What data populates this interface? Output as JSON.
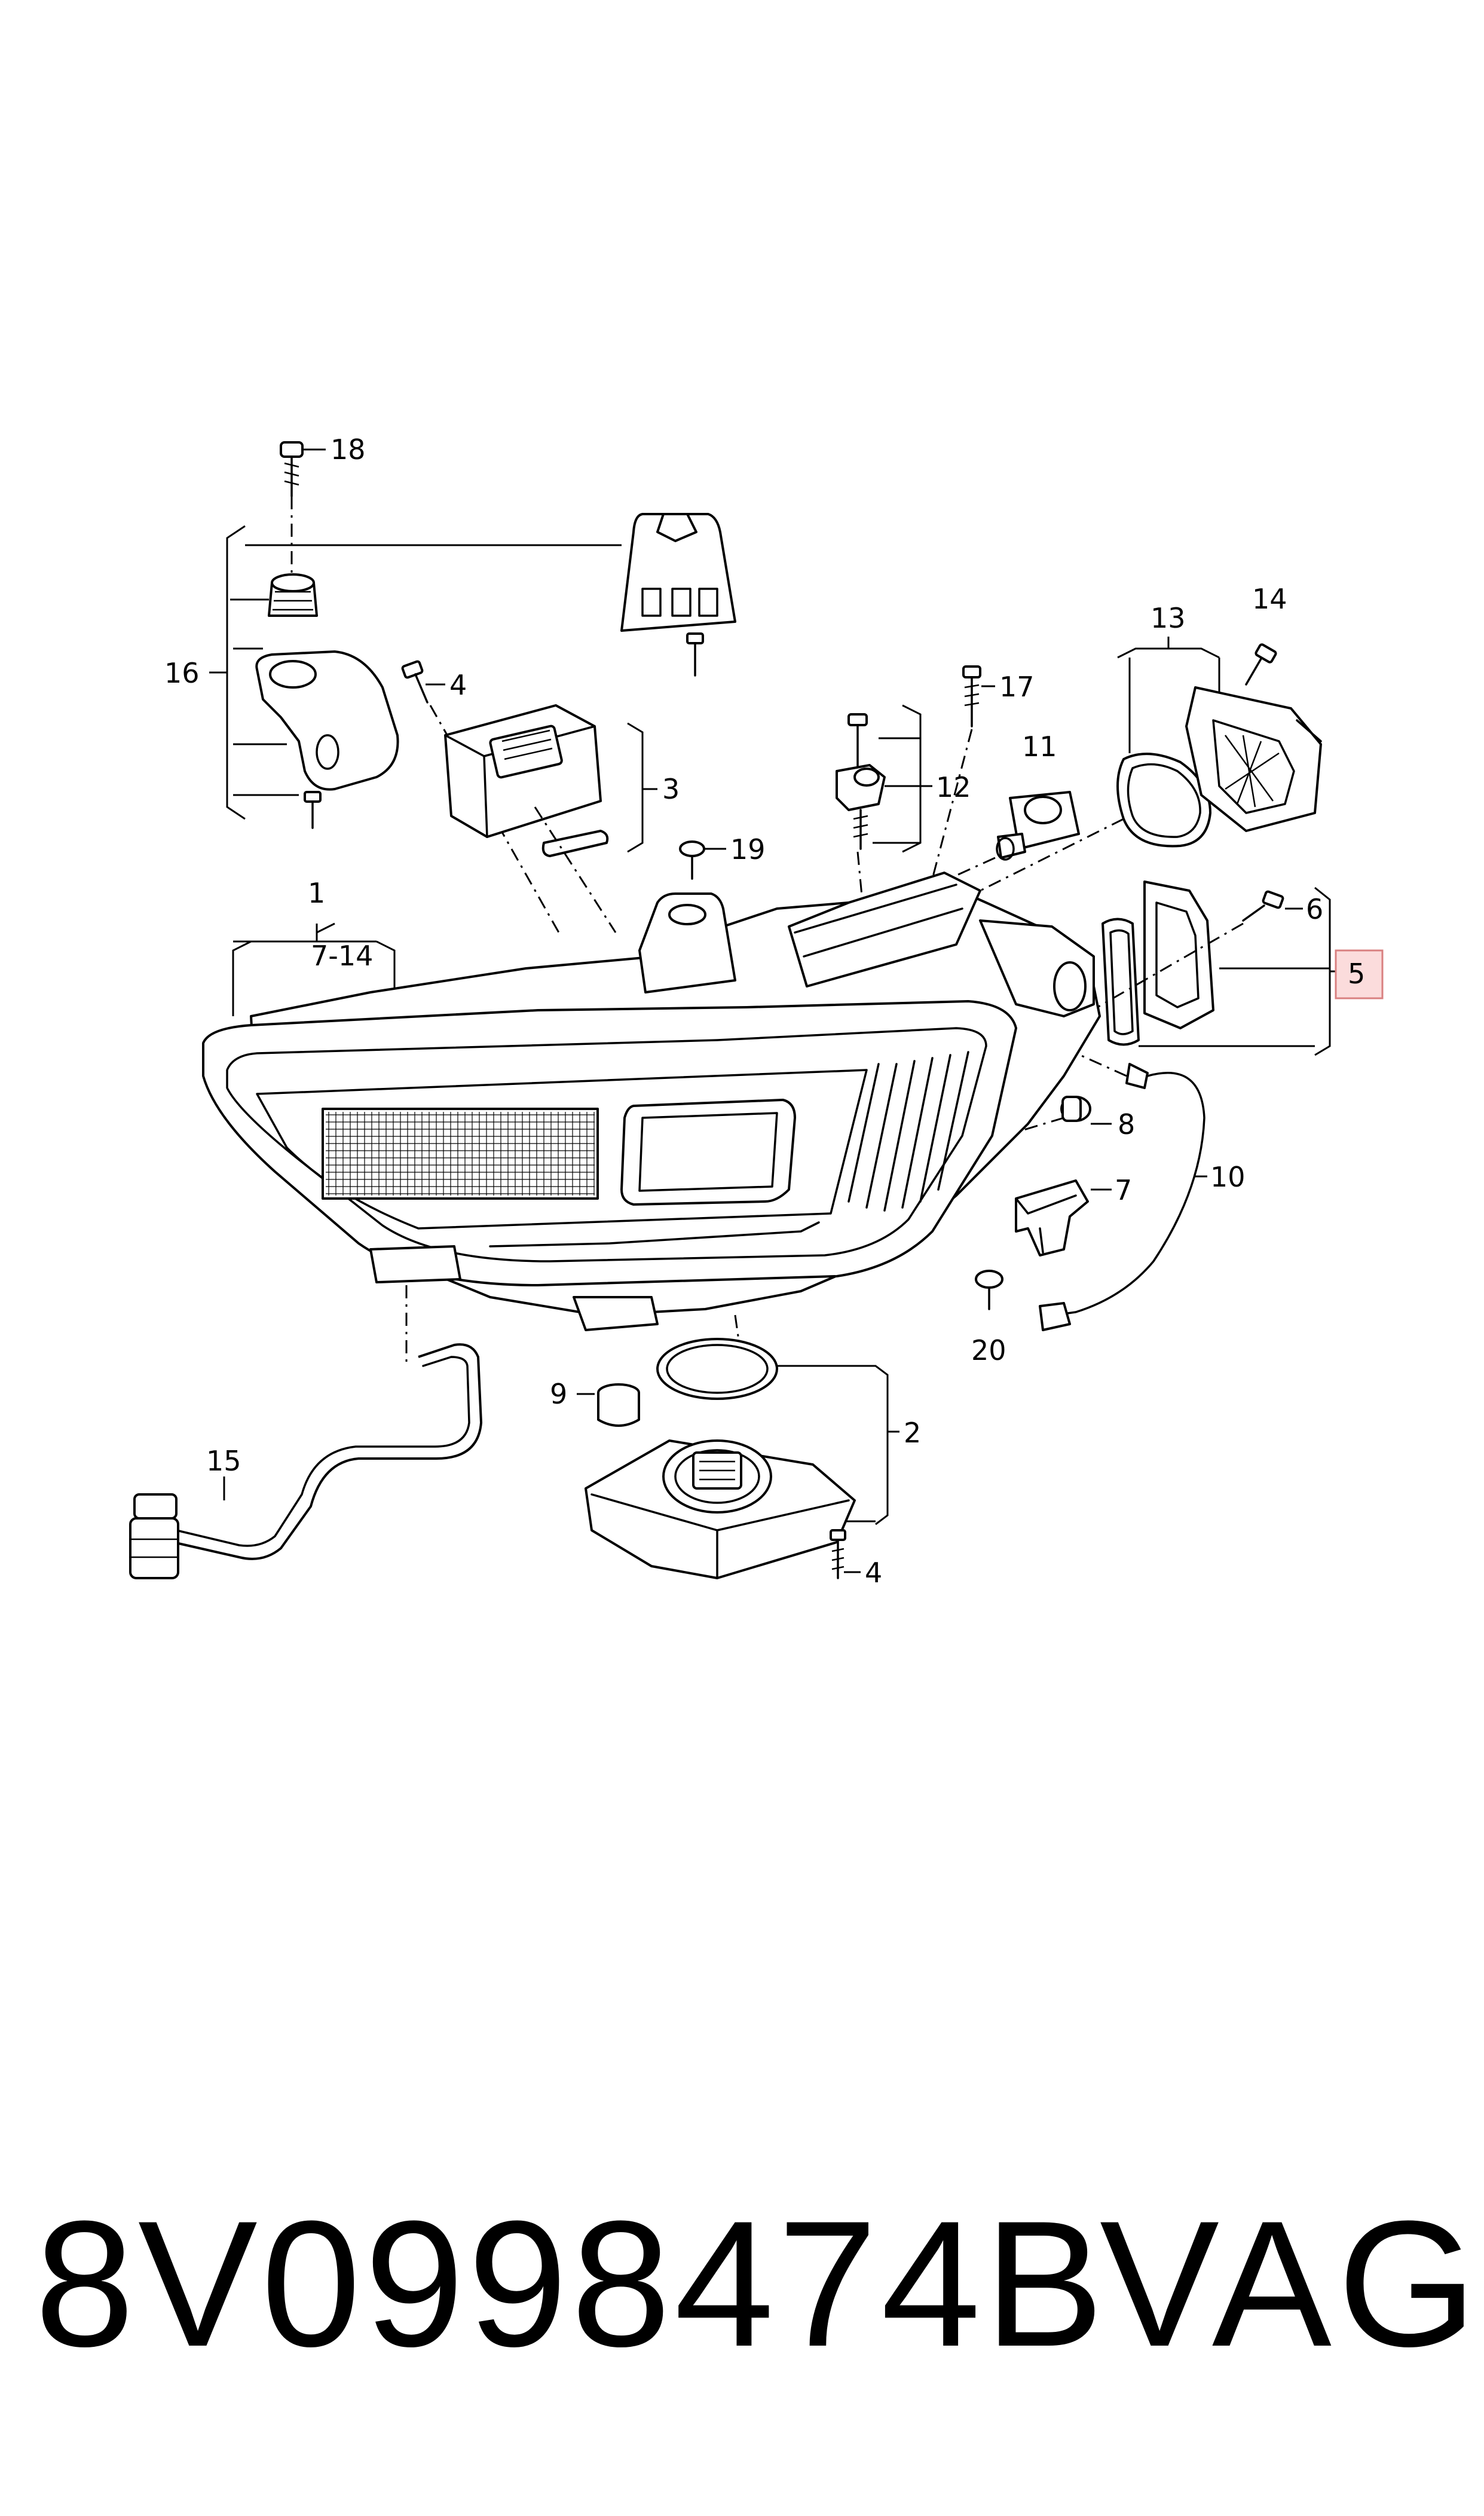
{
  "callouts": {
    "c1": "1",
    "c7_14": "7-14",
    "c2": "2",
    "c3": "3",
    "c4a": "4",
    "c4b": "4",
    "c5": "5",
    "c6": "6",
    "c7": "7",
    "c8": "8",
    "c9": "9",
    "c10": "10",
    "c11": "11",
    "c12": "12",
    "c13": "13",
    "c14": "14",
    "c15": "15",
    "c16": "16",
    "c17": "17",
    "c18": "18",
    "c19": "19",
    "c20": "20"
  },
  "highlighted_callout": "5",
  "footer": {
    "part_number": "8V0998474B",
    "brand": "VAG"
  },
  "colors": {
    "highlight_fill": "#fbdcdc",
    "highlight_border": "#d98080",
    "ink": "#000000"
  }
}
